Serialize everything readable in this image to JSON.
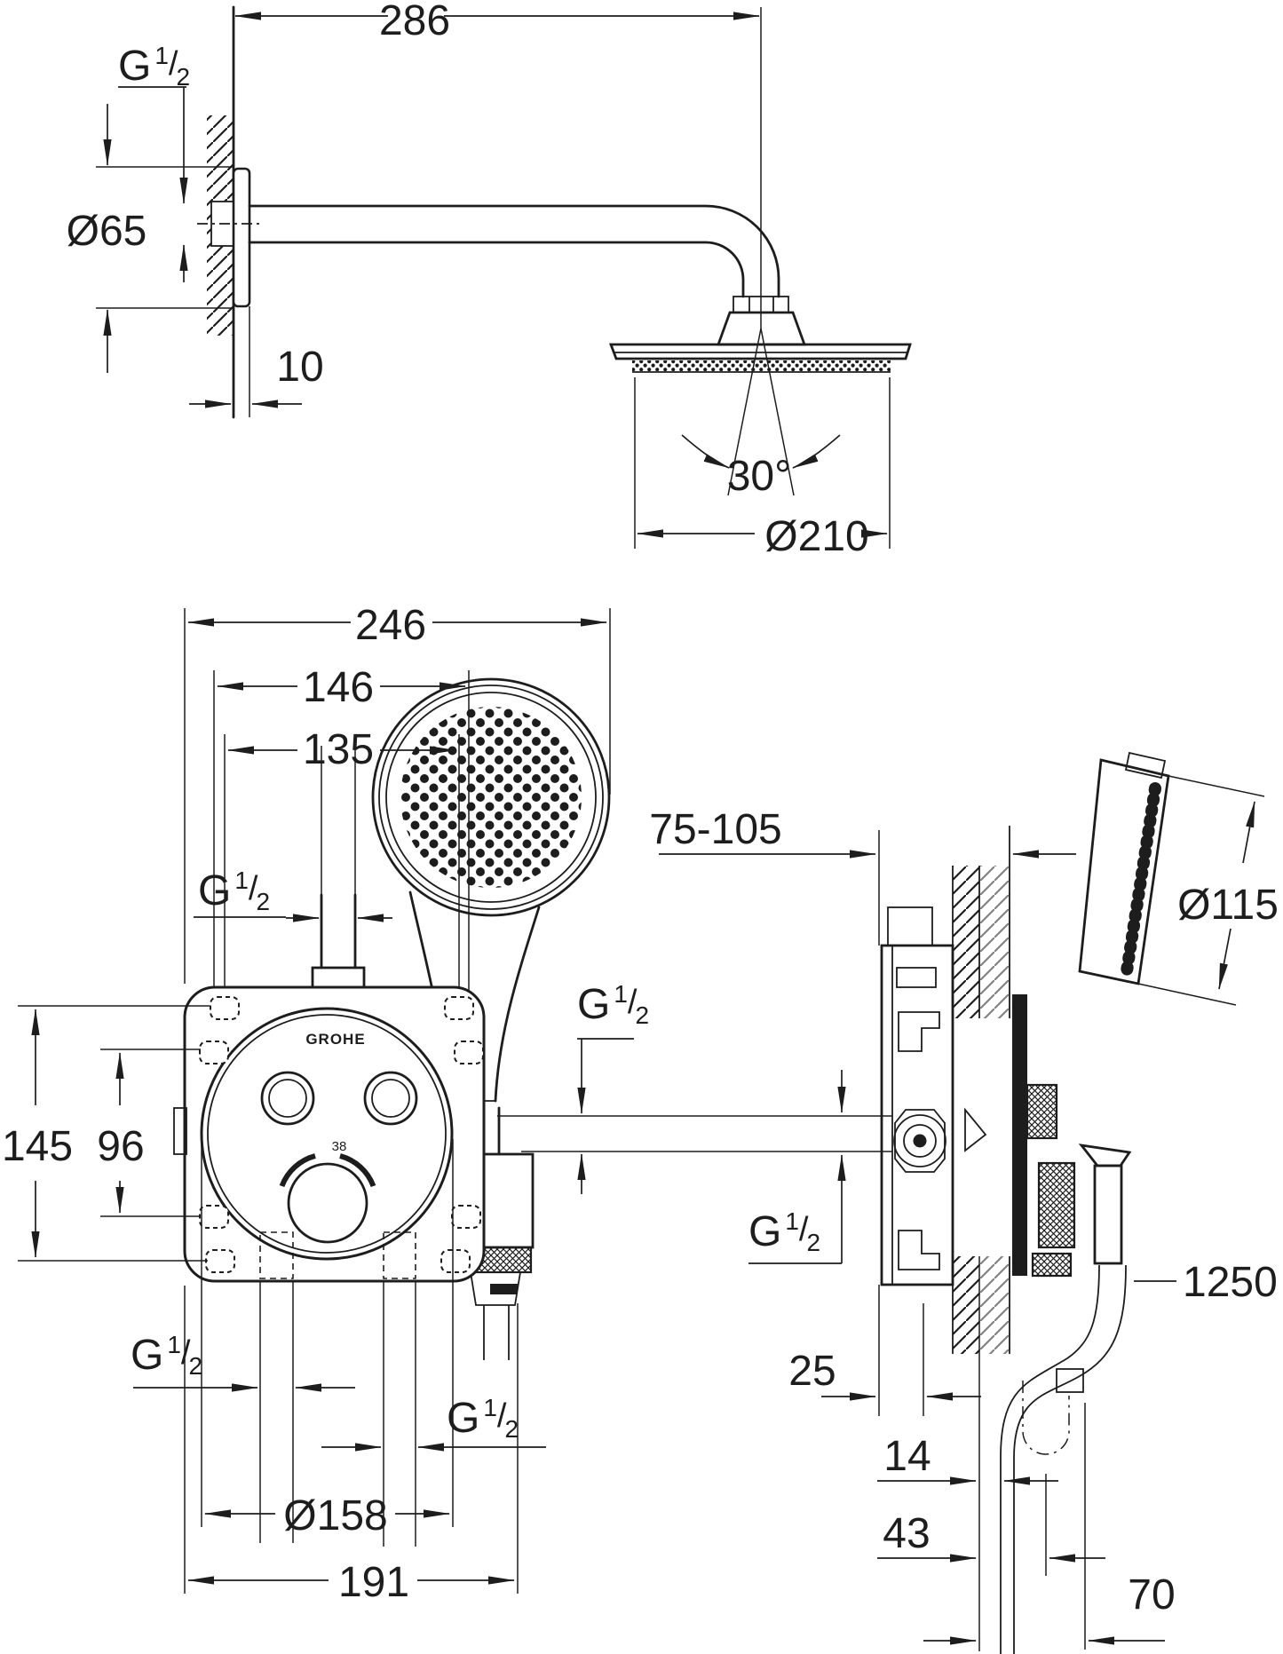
{
  "colors": {
    "line": "#1d1d1d",
    "background": "#ffffff"
  },
  "brand": "GROHE",
  "fraction": {
    "g": "G",
    "num": "1",
    "slash": "/",
    "den": "2"
  },
  "labels": {
    "dim_286": "286",
    "dia_65": "Ø65",
    "dim_10": "10",
    "angle_30": "30°",
    "dia_210": "Ø210",
    "dim_246": "246",
    "dim_146": "146",
    "dim_135": "135",
    "dim_145": "145",
    "dim_96": "96",
    "dia_158": "Ø158",
    "dim_191": "191",
    "temp_38": "38",
    "range_75_105": "75-105",
    "dia_115": "Ø115",
    "dim_25": "25",
    "dim_14": "14",
    "dim_43": "43",
    "dim_70": "70",
    "hose_1250": "1250"
  }
}
